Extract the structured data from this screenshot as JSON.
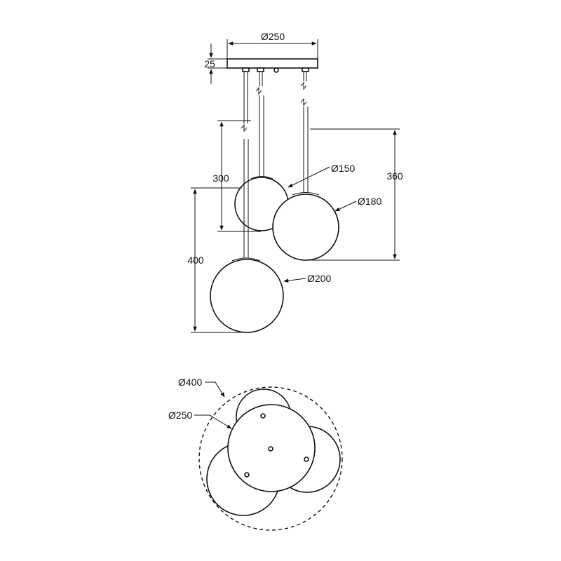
{
  "elevation": {
    "canopy_diameter_label": "Ø250",
    "canopy_height_label": "25",
    "small_drop_label": "300",
    "medium_drop_label": "360",
    "large_drop_label": "400",
    "small_globe_label": "Ø150",
    "medium_globe_label": "Ø180",
    "large_globe_label": "Ø200"
  },
  "plan": {
    "overall_diameter_label": "Ø400",
    "canopy_diameter_label": "Ø250"
  }
}
